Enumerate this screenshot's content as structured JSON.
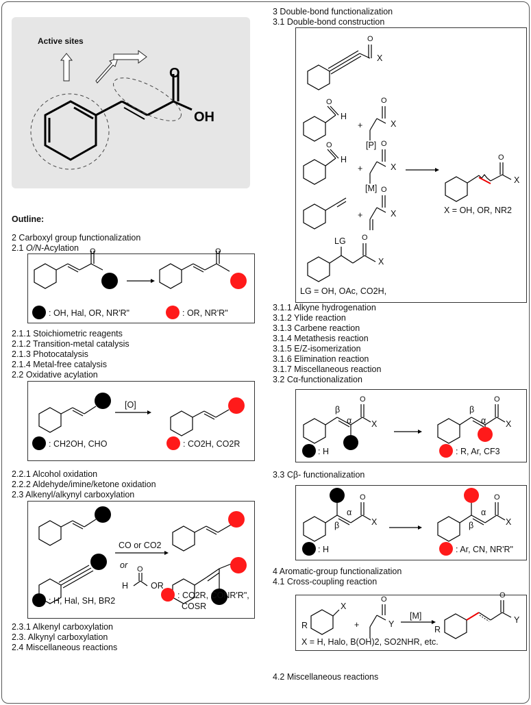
{
  "active_sites": {
    "label": "Active sites",
    "o": "O",
    "oh": "OH"
  },
  "outline": "Outline:",
  "left": {
    "s2": "2  Carboxyl group functionalization",
    "s21_num": "2.1  ",
    "s21_it": "O/N",
    "s21_rest": "-Acylation",
    "acyl_left": ": OH, Hal, OR, NR'R\"",
    "acyl_right": ": OR, NR'R\"",
    "s211": "2.1.1  Stoichiometric reagents",
    "s212": "2.1.2  Transition-metal catalysis",
    "s213": "2.1.3  Photocatalysis",
    "s214": "2.1.4  Metal-free catalysis",
    "s22": "2.2  Oxidative acylation",
    "ox_cond": "[O]",
    "ox_left": ": CH2OH, CHO",
    "ox_right": ": CO2H, CO2R",
    "s221": "2.2.1  Alcohol oxidation",
    "s222": "2.2.2  Aldehyde/imine/ketone oxidation",
    "s23": "2.3  Alkenyl/alkynyl carboxylation",
    "carb_cond1": "CO or CO2",
    "carb_or": "or",
    "carb_h": "H",
    "carb_o": "O",
    "carb_or2": "OR",
    "carb_left": ": H, Hal, SH, BR2",
    "carb_right1": ": CO2R, CONR'R\",",
    "carb_right2": "COSR",
    "s231": "2.3.1  Alkenyl carboxylation",
    "s232": "2.3.  Alkynyl carboxylation",
    "s24": "2.4  Miscellaneous reactions"
  },
  "right": {
    "s3": "3  Double-bond functionalization",
    "s31": "3.1  Double-bond construction",
    "x": "X",
    "o": "O",
    "h": "H",
    "plus": "+",
    "p": "[P]",
    "m": "[M]",
    "lg": "LG",
    "x_eq": "X = OH, OR, NR2",
    "lg_eq": "LG = OH, OAc, CO2H,",
    "s311": "3.1.1  Alkyne hydrogenation",
    "s312": "3.1.2  Ylide reaction",
    "s313": "3.1.3  Carbene reaction",
    "s314": "3.1.4  Metathesis reaction",
    "s315": "3.1.5  E/Z-isomerization",
    "s316": "3.1.6  Elimination reaction",
    "s317": "3.1.7  Miscellaneous reaction",
    "s32": "3.2  Cα-functionalization",
    "alpha": "α",
    "beta": "β",
    "ca_left": ": H",
    "ca_right": ": R, Ar, CF3",
    "s33": "3.3  Cβ- functionalization",
    "cb_left": ": H",
    "cb_right": ": Ar, CN, NR'R\"",
    "s4": "4  Aromatic-group functionalization",
    "s41": "4.1  Cross-coupling reaction",
    "r": "R",
    "y": "Y",
    "cc_eq": "X = H, Halo, B(OH)2, SO2NHR, etc.",
    "s42": "4.2  Miscellaneous reactions"
  }
}
